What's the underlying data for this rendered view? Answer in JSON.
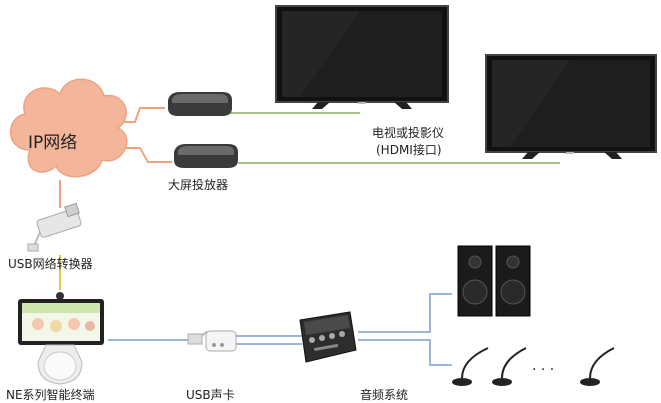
{
  "diagram": {
    "cloud_label": "IP网络",
    "tv_label_line1": "电视或投影仪",
    "tv_label_line2": "(HDMI接口)",
    "box_label": "大屏投放器",
    "usb_adapter_label": "USB网络转换器",
    "terminal_label": "NE系列智能终端",
    "sound_card_label": "USB声卡",
    "audio_label": "音频系统",
    "ellipsis": "· · ·"
  },
  "colors": {
    "cloud_fill": "#f4b69b",
    "orange_line": "#f0a37e",
    "green_line": "#a9c28a",
    "blue_line": "#9cb6d8",
    "yellow_line": "#e8c24a"
  }
}
